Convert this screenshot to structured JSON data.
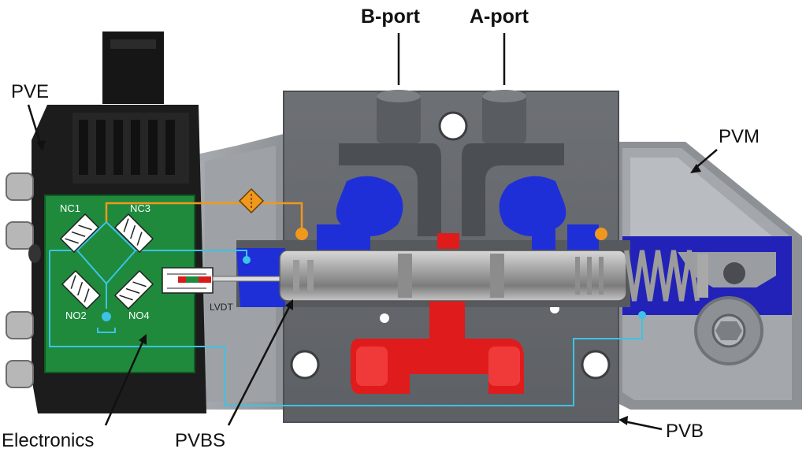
{
  "labels": {
    "b_port": "B-port",
    "a_port": "A-port",
    "pve": "PVE",
    "pvm": "PVM",
    "pvb": "PVB",
    "pvbs": "PVBS",
    "electronics": "Electronics",
    "lvdt": "LVDT"
  },
  "pcb_labels": {
    "nc1": "NC1",
    "nc3": "NC3",
    "no2": "NO2",
    "no4": "NO4"
  },
  "colors": {
    "pressure_channel": "#e01b1b",
    "tank_channel": "#1f2fd8",
    "pilot_line_orange": "#f0981e",
    "signal_line_cyan": "#3cc3e6",
    "pcb_green": "#1f8a3c",
    "housing_dark": "#1c1c1c",
    "body_grey": "#6b6e72"
  },
  "icons": [
    "filter-icon",
    "ground-symbol-icon",
    "solenoid-valve-icon"
  ]
}
